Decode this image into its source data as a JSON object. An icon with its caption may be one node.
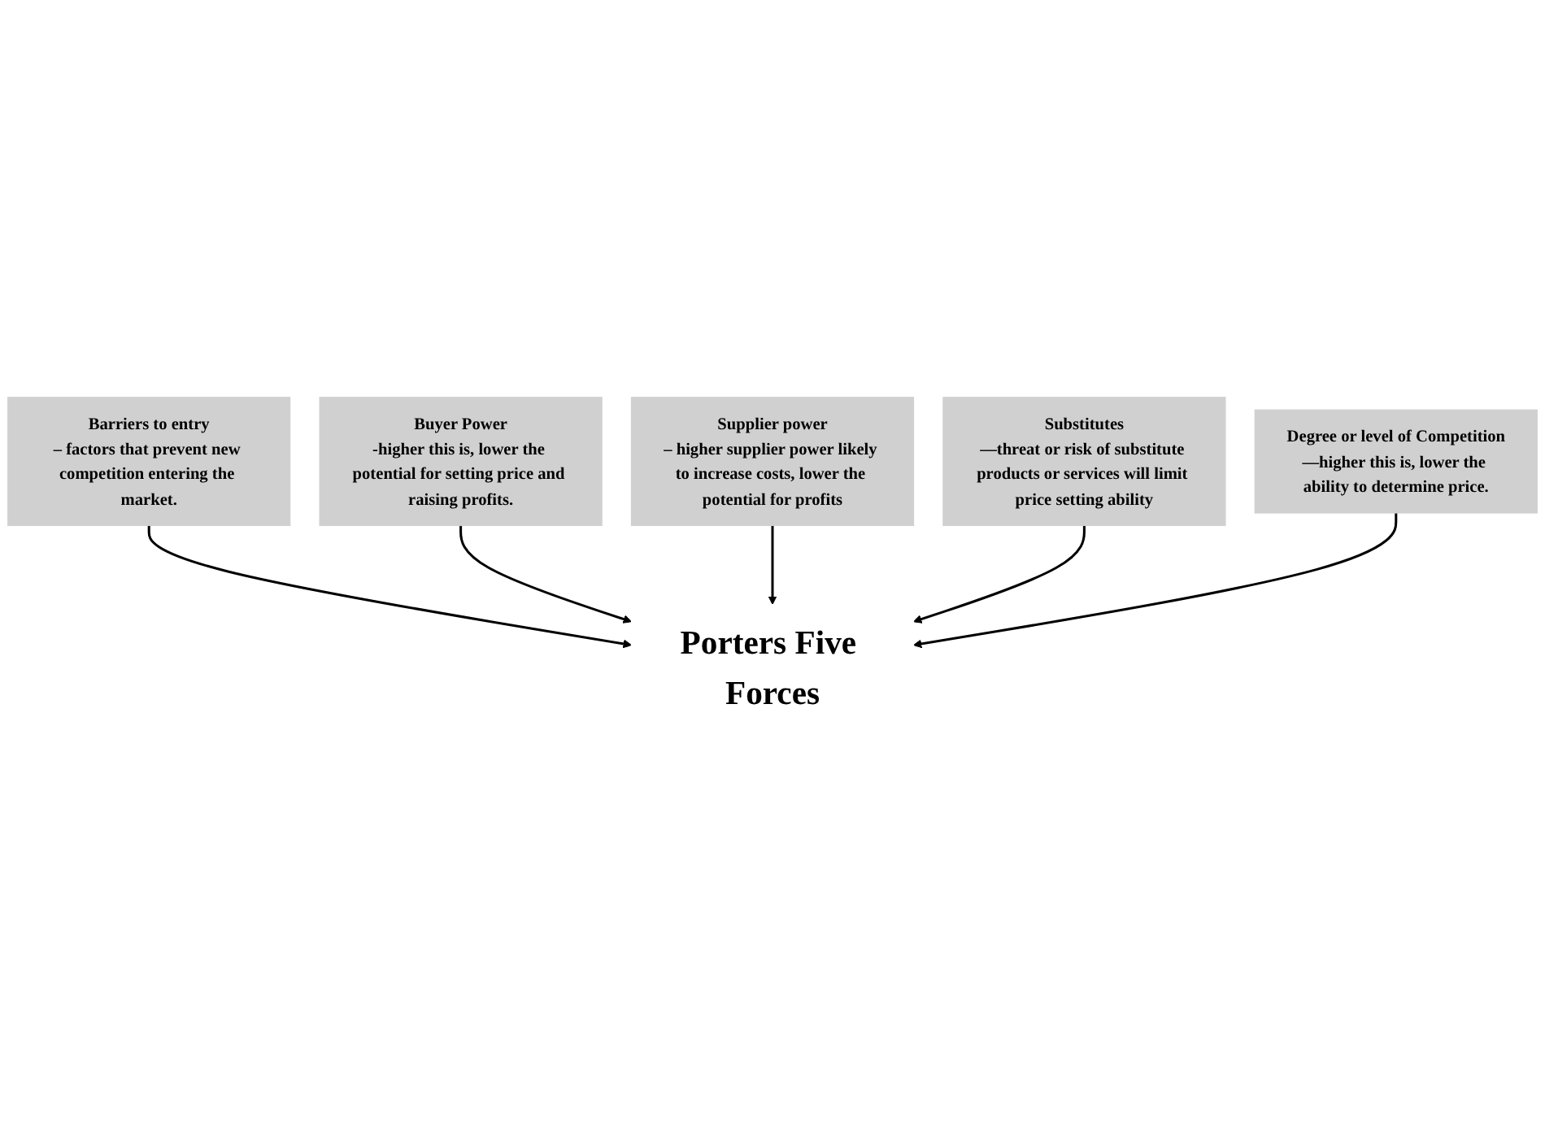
{
  "diagram": {
    "nodes": [
      {
        "text": [
          "Barriers to entry",
          "– factors that prevent new competition entering the market."
        ]
      },
      {
        "text": [
          "Buyer Power",
          "-higher this is, lower the potential for setting price and raising profits."
        ]
      },
      {
        "text": [
          "Supplier power",
          "– higher supplier power likely to increase costs, lower the potential for profits"
        ]
      },
      {
        "text": [
          "Porters Five Forces"
        ]
      },
      {
        "text": [
          "Substitutes",
          "—threat or risk of substitute products or services will limit price setting ability"
        ]
      },
      {
        "text": [
          "Degree or level of Competition",
          "—higher this is, lower the ability to determine price."
        ]
      }
    ],
    "edges": [
      {
        "from": 0,
        "to": 3,
        "arrow": "to"
      },
      {
        "from": 1,
        "to": 3,
        "arrow": "to"
      },
      {
        "from": 2,
        "to": 3,
        "arrow": "to"
      },
      {
        "from": 4,
        "to": 3,
        "arrow": "to"
      },
      {
        "from": 5,
        "to": 3,
        "arrow": "to"
      }
    ]
  }
}
